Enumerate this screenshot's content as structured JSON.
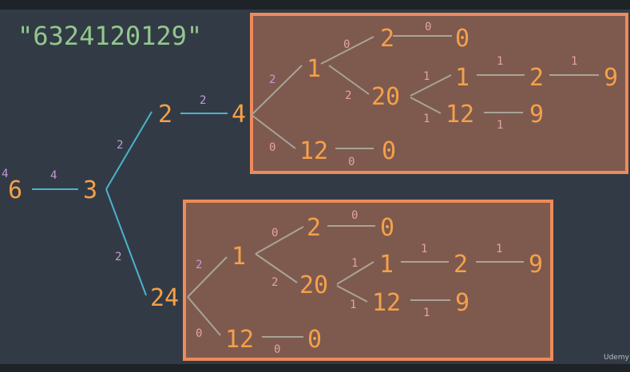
{
  "title": "\"6324120129\"",
  "nodes": {
    "n6": "6",
    "n3": "3",
    "n2": "2",
    "n4": "4",
    "n24": "24",
    "a1": "1",
    "a2": "2",
    "a0": "0",
    "a20": "20",
    "a1b": "1",
    "a2b": "2",
    "a9a": "9",
    "a12": "12",
    "a9b": "9",
    "a12b": "12",
    "a0b": "0",
    "b1": "1",
    "b2": "2",
    "b0": "0",
    "b20": "20",
    "b1b": "1",
    "b2b": "2",
    "b9a": "9",
    "b12": "12",
    "b9b": "9",
    "b12b": "12",
    "b0b": "0"
  },
  "labels": {
    "l6": "4",
    "l6_3": "4",
    "l3_2": "2",
    "l2_4": "2",
    "l3_24": "2",
    "la_1": "2",
    "la_2": "0",
    "la_0": "0",
    "la_20": "2",
    "la_1b": "1",
    "la_2b": "1",
    "la_9": "1",
    "la_12": "1",
    "la_9b": "1",
    "la_12b": "0",
    "la_0b": "0",
    "lb_1": "2",
    "lb_2": "0",
    "lb_0": "0",
    "lb_20": "2",
    "lb_1b": "1",
    "lb_2b": "1",
    "lb_9": "1",
    "lb_12": "1",
    "lb_9b": "1",
    "lb_12b": "0",
    "lb_0b": "0"
  },
  "watermark": "Udemy",
  "colors": {
    "background": "#323b45",
    "highlight_box": "#7e5a4e",
    "highlight_border": "#ef8a5a",
    "node_text": "#f5a04a",
    "blue_edge": "#4bb3cf",
    "title_text": "#93c78e"
  }
}
